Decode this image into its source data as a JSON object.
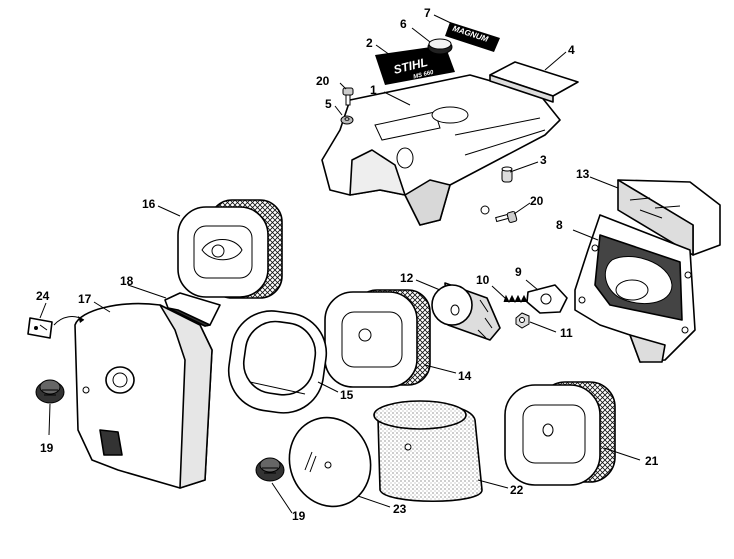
{
  "callouts": [
    "1",
    "2",
    "3",
    "4",
    "5",
    "6",
    "7",
    "8",
    "9",
    "10",
    "11",
    "12",
    "13",
    "14",
    "15",
    "16",
    "17",
    "18",
    "19",
    "19",
    "20",
    "20",
    "21",
    "22",
    "23",
    "24"
  ],
  "decal_magnum_text": "MAGNUM",
  "decal_stihl_brand": "STIHL",
  "decal_stihl_model": "MS 660"
}
